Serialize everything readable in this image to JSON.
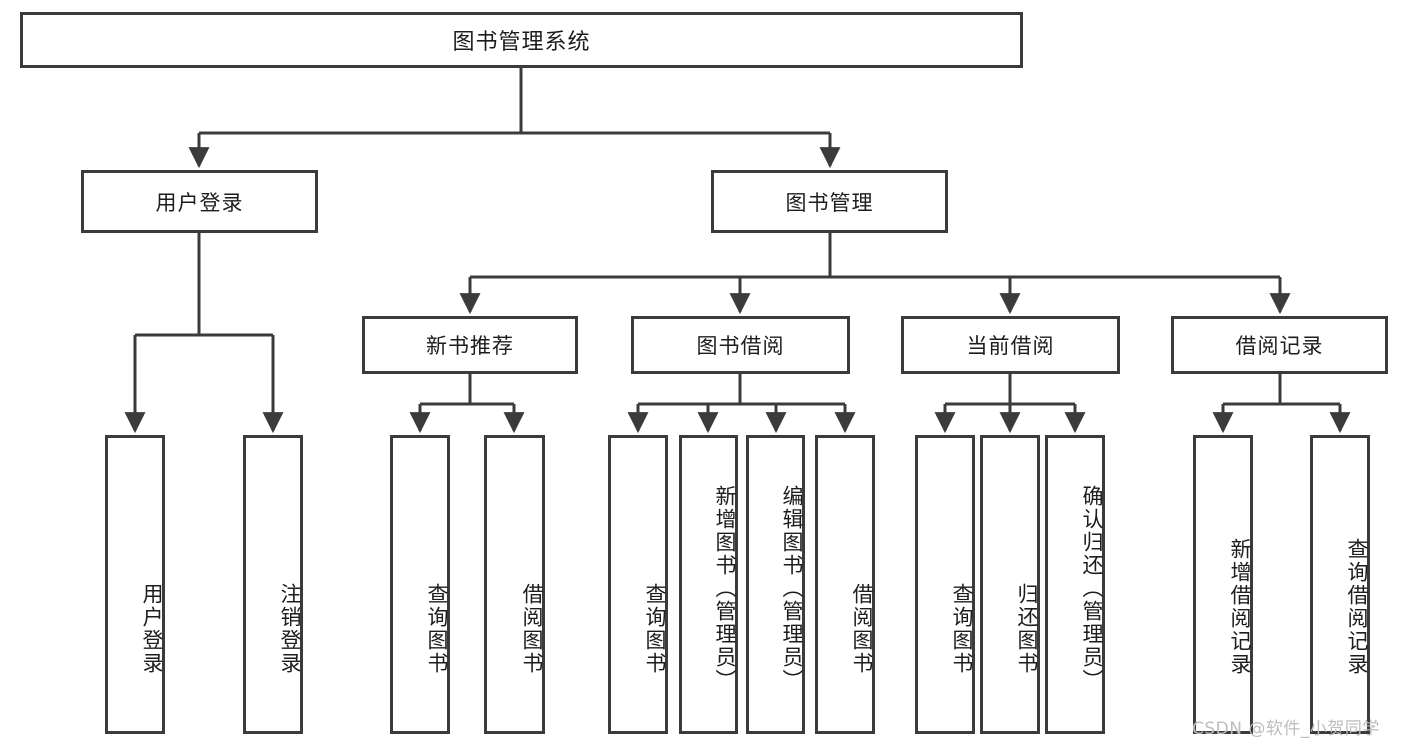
{
  "diagram": {
    "title": "图书管理系统",
    "type": "tree-hierarchy-chart",
    "root": {
      "id": "root",
      "label": "图书管理系统"
    },
    "level1": [
      {
        "id": "user-login",
        "label": "用户登录"
      },
      {
        "id": "book-management",
        "label": "图书管理"
      }
    ],
    "level2": [
      {
        "id": "new-book-recommend",
        "label": "新书推荐",
        "parent": "book-management"
      },
      {
        "id": "book-borrow",
        "label": "图书借阅",
        "parent": "book-management"
      },
      {
        "id": "current-borrow",
        "label": "当前借阅",
        "parent": "book-management"
      },
      {
        "id": "borrow-record",
        "label": "借阅记录",
        "parent": "book-management"
      }
    ],
    "leaves": {
      "user-login": [
        {
          "id": "leaf-user-login",
          "label": "用户登录"
        },
        {
          "id": "leaf-logout",
          "label": "注销登录"
        }
      ],
      "new-book-recommend": [
        {
          "id": "leaf-query-book-1",
          "label": "查询图书"
        },
        {
          "id": "leaf-borrow-book-1",
          "label": "借阅图书"
        }
      ],
      "book-borrow": [
        {
          "id": "leaf-query-book-2",
          "label": "查询图书"
        },
        {
          "id": "leaf-add-book",
          "label": "新增图书（管理员）"
        },
        {
          "id": "leaf-edit-book",
          "label": "编辑图书（管理员）"
        },
        {
          "id": "leaf-borrow-book-2",
          "label": "借阅图书"
        }
      ],
      "current-borrow": [
        {
          "id": "leaf-query-book-3",
          "label": "查询图书"
        },
        {
          "id": "leaf-return-book",
          "label": "归还图书"
        },
        {
          "id": "leaf-confirm-return",
          "label": "确认归还（管理员）"
        }
      ],
      "borrow-record": [
        {
          "id": "leaf-add-record",
          "label": "新增借阅记录"
        },
        {
          "id": "leaf-query-record",
          "label": "查询借阅记录"
        }
      ]
    }
  },
  "watermark": {
    "text": "CSDN @软件_小贺同学"
  },
  "colors": {
    "stroke": "#3b3b3b",
    "fill": "#ffffff",
    "text": "#1d1d1d",
    "watermark": "#bdbdbd"
  }
}
